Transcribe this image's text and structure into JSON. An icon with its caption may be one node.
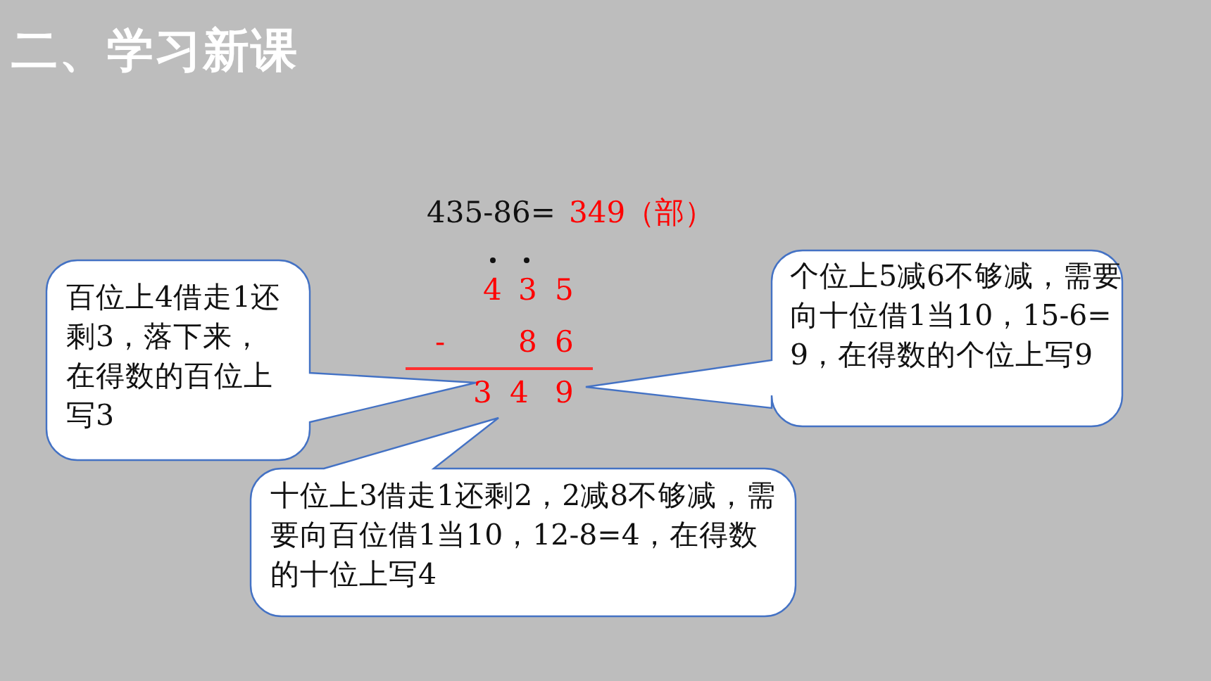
{
  "diagram": {
    "title": "二、学习新课",
    "nodes": [
      {
        "text": [
          "百位上4借走1还剩3，落下来，在得数的百位上写3"
        ]
      },
      {
        "text": [
          "个位上5减6不够减，需要向十位借1当10，15-6=9，在得数的个位上写9"
        ]
      },
      {
        "text": [
          "十位上3借走1还剩2，2减8不够减，需要向百位借1当10，12-8=4，在得数的十位上写4"
        ]
      }
    ],
    "labels": [
      "435-86=",
      "349（部）",
      "4",
      "3",
      "5",
      "-",
      "8",
      "6",
      "3",
      "4",
      "9"
    ]
  }
}
